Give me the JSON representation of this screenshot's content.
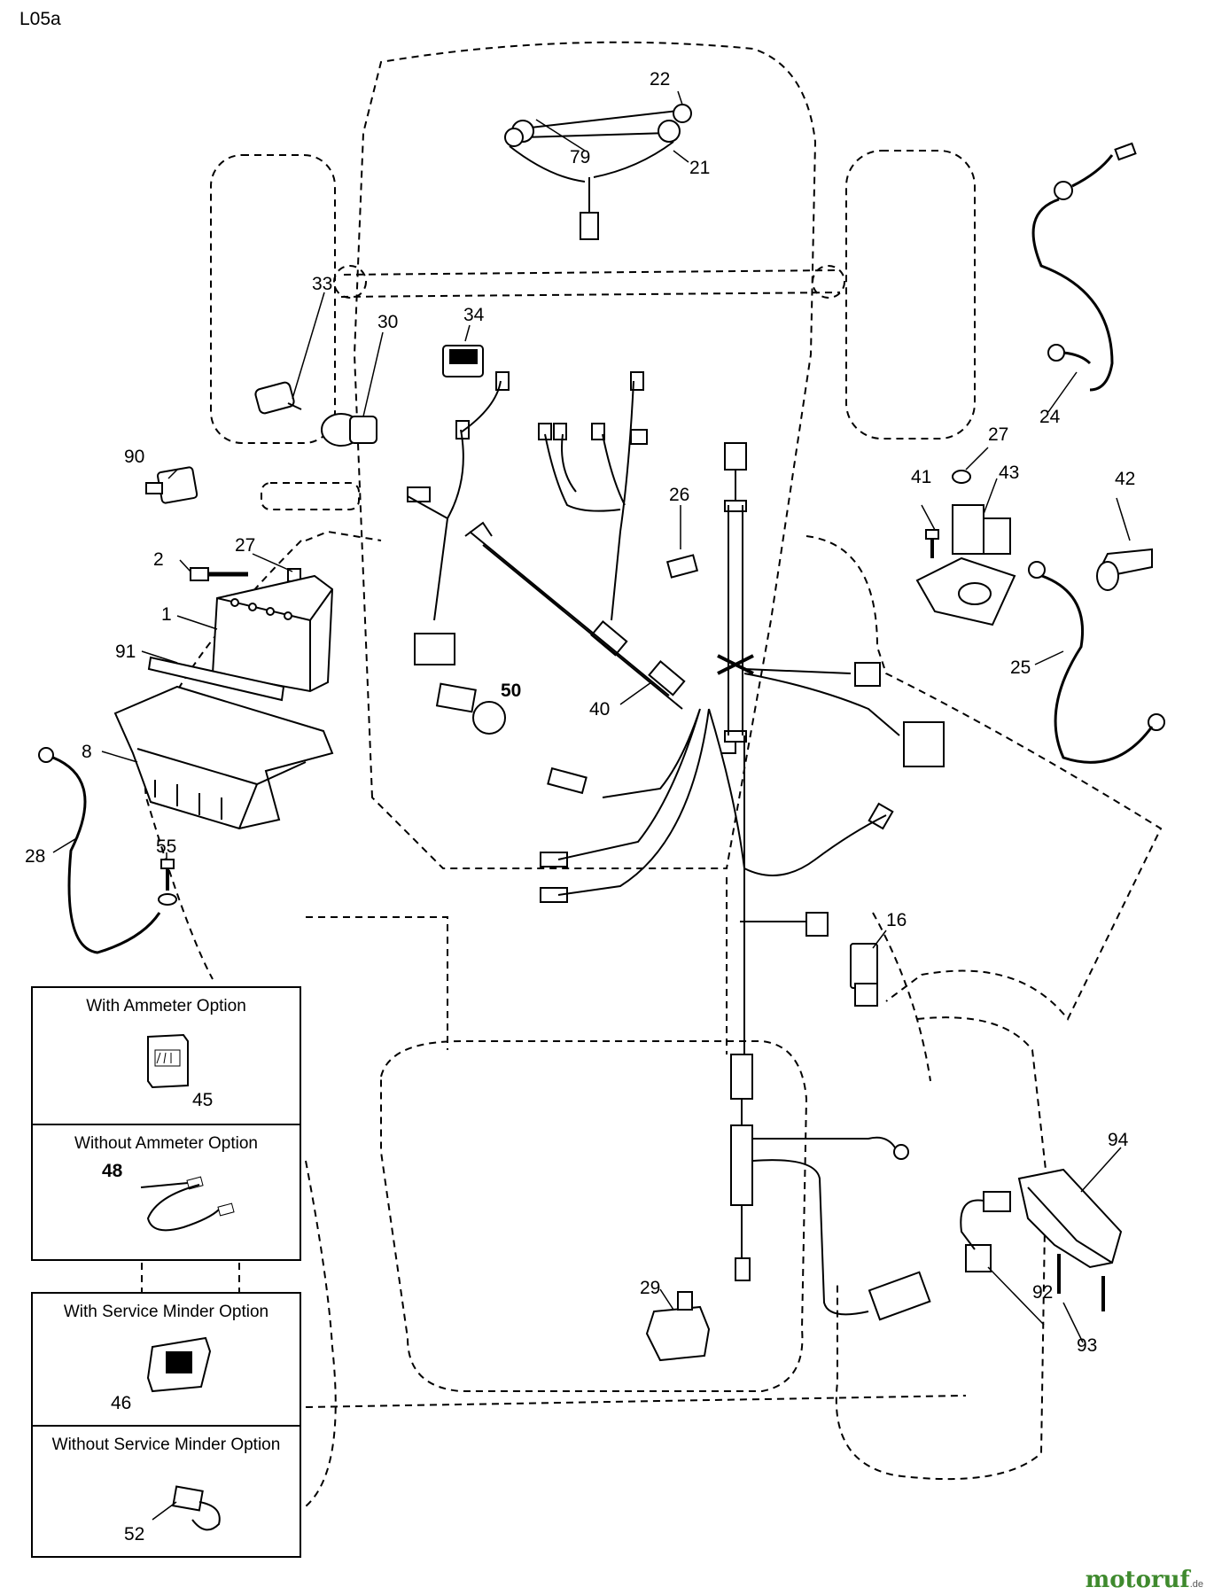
{
  "page_code": "L05a",
  "brand": {
    "name": "motoruf",
    "suffix": ".de"
  },
  "callouts": {
    "n1": "1",
    "n2": "2",
    "n8": "8",
    "n16": "16",
    "n21": "21",
    "n22": "22",
    "n24": "24",
    "n25": "25",
    "n26": "26",
    "n27a": "27",
    "n27b": "27",
    "n28": "28",
    "n29": "29",
    "n30": "30",
    "n33": "33",
    "n34": "34",
    "n40": "40",
    "n41": "41",
    "n42": "42",
    "n43": "43",
    "n50": "50",
    "n55": "55",
    "n79": "79",
    "n90": "90",
    "n91": "91",
    "n92": "92",
    "n93": "93",
    "n94": "94"
  },
  "ammeter_box": {
    "with_title": "With Ammeter Option",
    "with_part": "45",
    "without_title": "Without Ammeter Option",
    "without_part": "48"
  },
  "minder_box": {
    "with_title": "With Service Minder Option",
    "with_part": "46",
    "without_title": "Without Service Minder Option",
    "without_part": "52"
  }
}
